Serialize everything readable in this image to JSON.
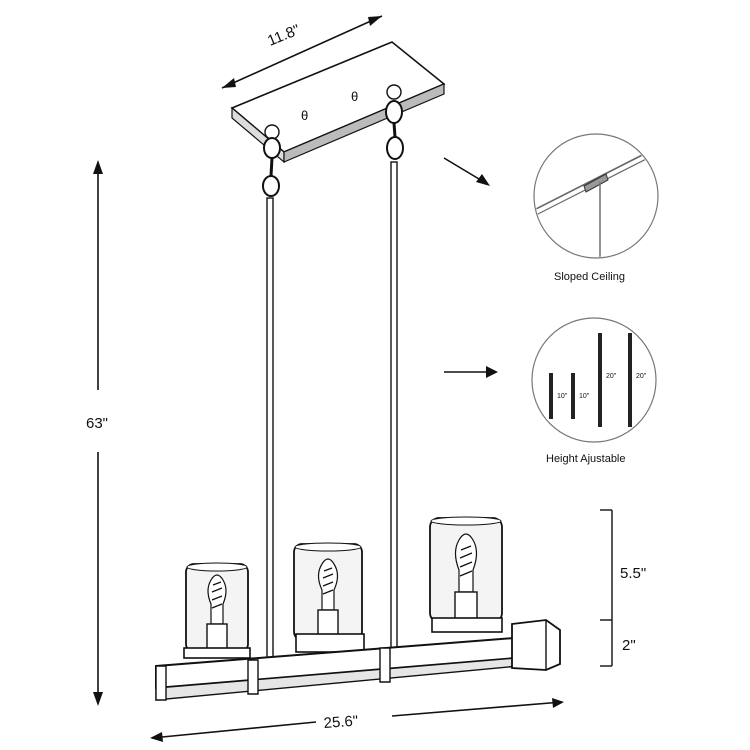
{
  "dimensions": {
    "canopy_width": "11.8\"",
    "total_height": "63\"",
    "fixture_width": "25.6\"",
    "shade_height": "5.5\"",
    "base_height": "2\""
  },
  "callouts": {
    "sloped_ceiling": {
      "caption": "Sloped Ceiling"
    },
    "height_adjustable": {
      "caption": "Height Ajustable",
      "rod_labels": [
        "10\"",
        "10\"",
        "20\"",
        "20\""
      ]
    }
  },
  "colors": {
    "line": "#111111",
    "glass": "#f4f4f4",
    "background": "#ffffff"
  }
}
